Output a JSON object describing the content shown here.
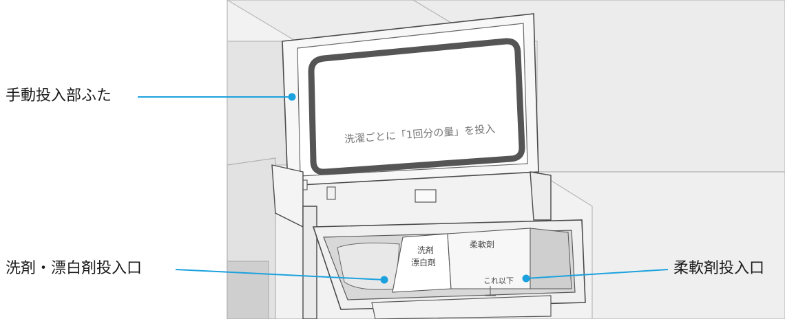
{
  "callouts": {
    "lid_label": "手動投入部ふた",
    "detergent_label": "洗剤・漂白剤投入口",
    "softener_label": "柔軟剤投入口"
  },
  "lid_text": "洗濯ごとに「1回分の量」を投入",
  "compartment_labels": {
    "detergent_line1": "洗剤",
    "detergent_line2": "漂白剤",
    "softener": "柔軟剤",
    "fill_line": "これ以下"
  },
  "colors": {
    "leader_line": "#1ba1de",
    "outline": "#4a4a4a",
    "gasket": "#555555"
  }
}
